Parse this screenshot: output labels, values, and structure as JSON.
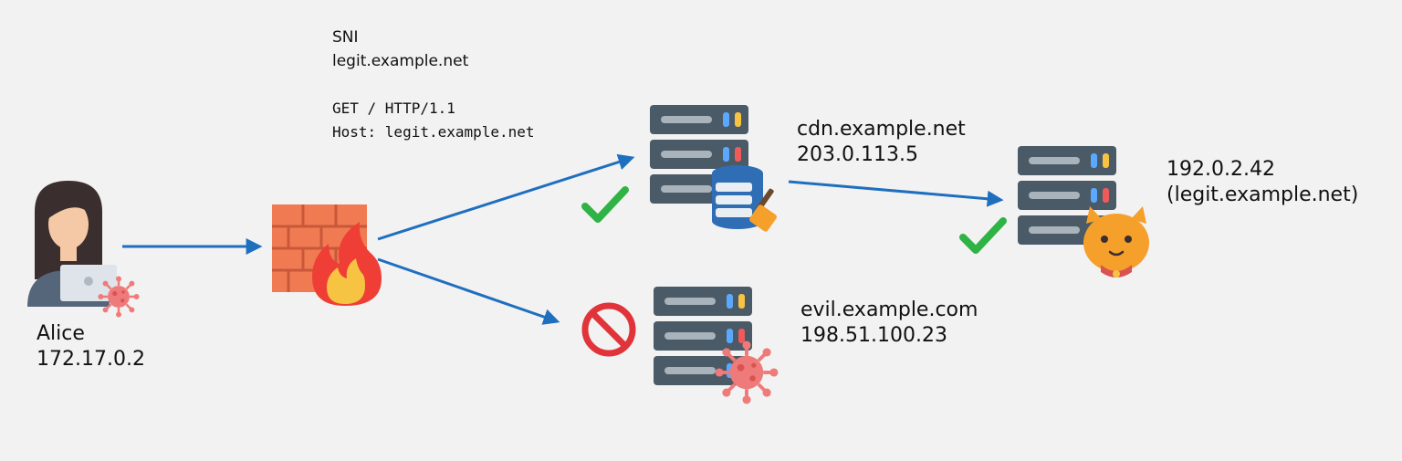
{
  "request": {
    "sni_label": "SNI",
    "sni_value": "legit.example.net",
    "http_line1": "GET / HTTP/1.1",
    "http_line2": "Host: legit.example.net"
  },
  "alice": {
    "name": "Alice",
    "ip": "172.17.0.2"
  },
  "cdn": {
    "host": "cdn.example.net",
    "ip": "203.0.113.5"
  },
  "evil": {
    "host": "evil.example.com",
    "ip": "198.51.100.23"
  },
  "origin": {
    "ip": "192.0.2.42",
    "host": "(legit.example.net)"
  },
  "colors": {
    "arrow": "#1f6fbf",
    "check": "#2fb344",
    "block": "#e0343a",
    "server_body": "#4a5a66",
    "firewall": "#f07b52",
    "virus": "#ef7a7a"
  }
}
